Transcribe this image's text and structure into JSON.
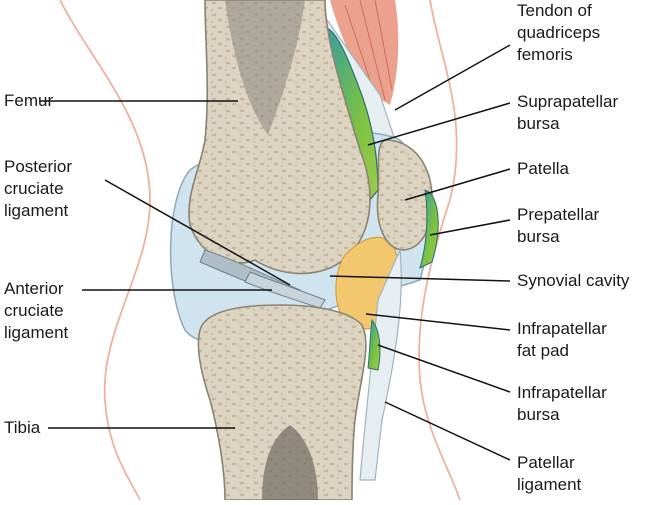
{
  "labels": {
    "femur": "Femur",
    "posterior_cruciate": [
      "Posterior",
      "cruciate",
      "ligament"
    ],
    "anterior_cruciate": [
      "Anterior",
      "cruciate",
      "ligament"
    ],
    "tibia": "Tibia",
    "quadriceps_tendon": [
      "Tendon of",
      "quadriceps",
      "femoris"
    ],
    "suprapatellar_bursa": [
      "Suprapatellar",
      "bursa"
    ],
    "patella": "Patella",
    "prepatellar_bursa": [
      "Prepatellar",
      "bursa"
    ],
    "synovial_cavity": "Synovial cavity",
    "infrapatellar_fat_pad": [
      "Infrapatellar",
      "fat pad"
    ],
    "infrapatellar_bursa": [
      "Infrapatellar",
      "bursa"
    ],
    "patellar_ligament": [
      "Patellar",
      "ligament"
    ]
  },
  "colors": {
    "bone": "#dcd3c0",
    "bone_pores": "#bfb39a",
    "marrow": "#8a857d",
    "capsule": "#c9e0ec",
    "capsule_outline": "#8fa9b8",
    "bursa_green": "#7cc242",
    "bursa_teal": "#3fa6a0",
    "fat_pad": "#f2c76e",
    "muscle": "#e8907a",
    "skin_line": "#f0b0a0",
    "leader": "#111111"
  }
}
